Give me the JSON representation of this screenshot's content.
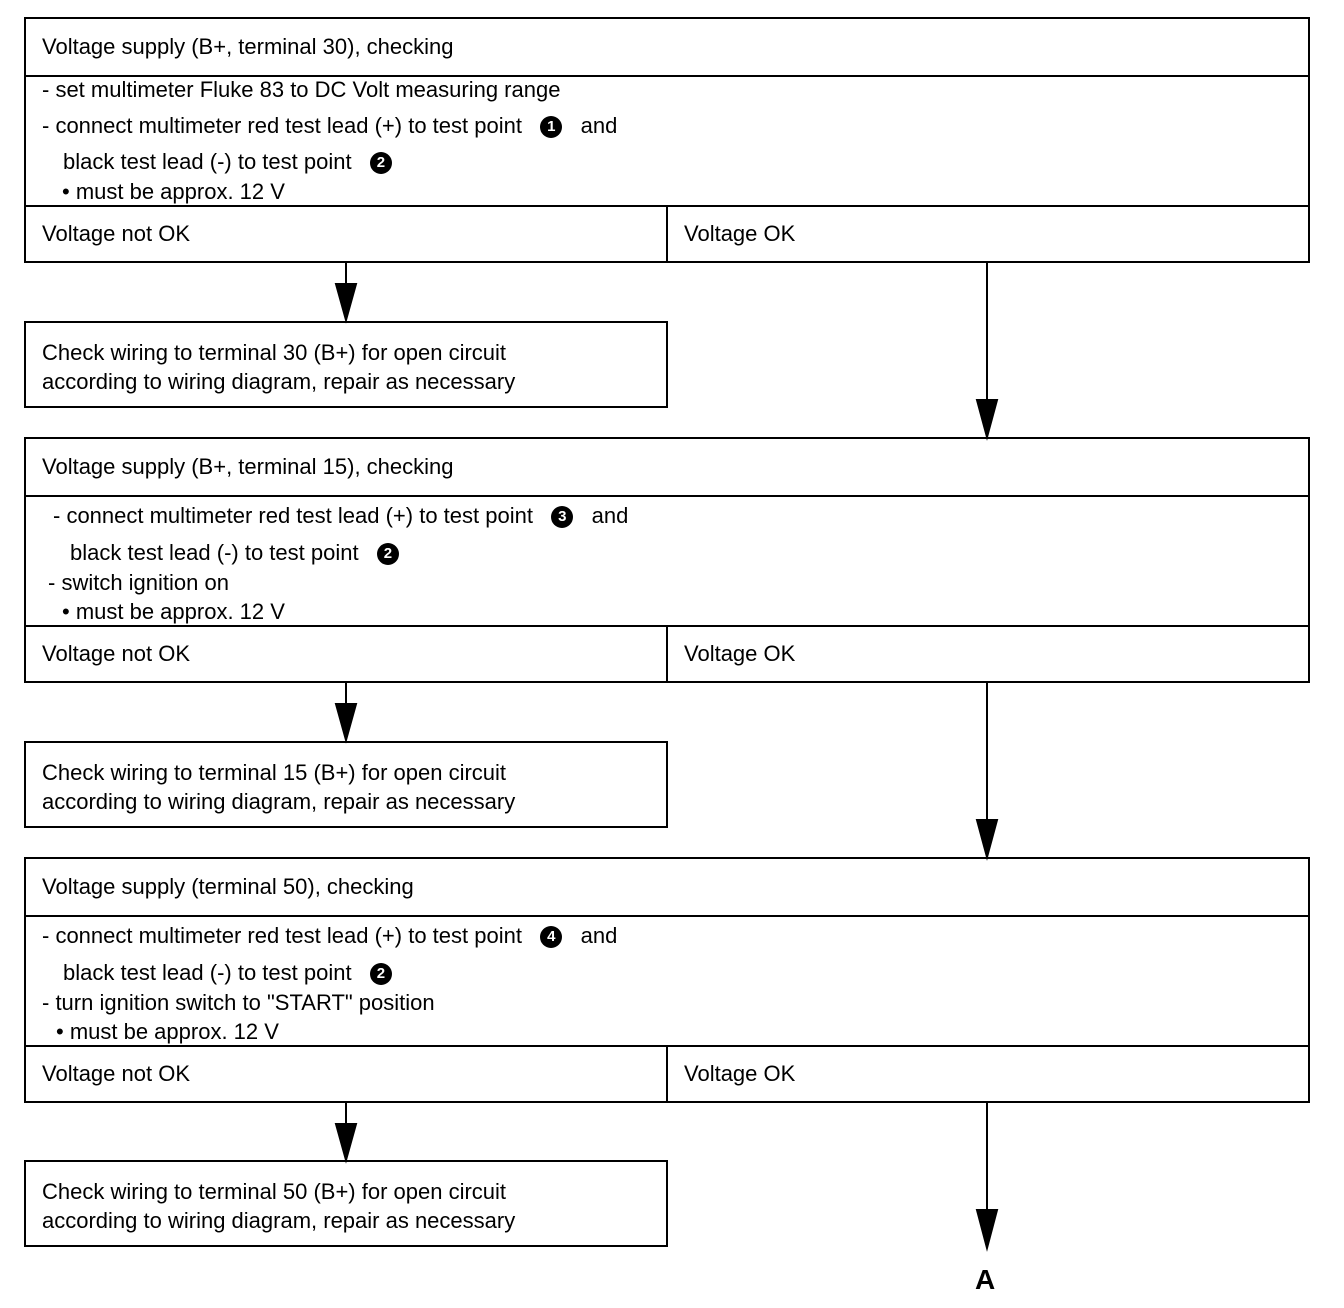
{
  "sections": [
    {
      "title": "Voltage supply (B+, terminal 30), checking",
      "steps": [
        {
          "text": "- set multimeter Fluke 83 to DC Volt  measuring range"
        },
        {
          "text": "- connect multimeter red test lead (+) to test point",
          "point": "1",
          "suffix": "and"
        },
        {
          "text": "black  test lead  (-) to test point",
          "point": "2"
        },
        {
          "text": "•  must  be approx. 12 V"
        }
      ],
      "not_ok": "Voltage  not OK",
      "ok": "Voltage OK",
      "action_line1": "Check wiring to terminal 30 (B+) for open circuit",
      "action_line2": "according to wiring diagram, repair as necessary"
    },
    {
      "title": "Voltage supply (B+, terminal 15), checking",
      "steps": [
        {
          "text": "- connect multimeter red test lead (+) to test point",
          "point": "3",
          "suffix": "and"
        },
        {
          "text": "black  test lead  (-) to test point",
          "point": "2"
        },
        {
          "text": "- switch ignition on"
        },
        {
          "text": "•  must  be approx. 12 V"
        }
      ],
      "not_ok": "Voltage  not OK",
      "ok": "Voltage OK",
      "action_line1": "Check wiring to terminal 15 (B+) for open circuit",
      "action_line2": "according to wiring diagram, repair as necessary"
    },
    {
      "title": "Voltage supply (terminal 50), checking",
      "steps": [
        {
          "text": "- connect multimeter red test lead (+) to test point",
          "point": "4",
          "suffix": "and"
        },
        {
          "text": "black  test lead  (-) to test point",
          "point": "2"
        },
        {
          "text": "- turn ignition switch to \"START\" position"
        },
        {
          "text": "•  must  be approx. 12 V"
        }
      ],
      "not_ok": "Voltage not OK",
      "ok": "Voltage OK",
      "action_line1": "Check wiring to terminal 50 (B+) for open circuit",
      "action_line2": "according to wiring diagram, repair as necessary"
    }
  ],
  "end_label": "A"
}
